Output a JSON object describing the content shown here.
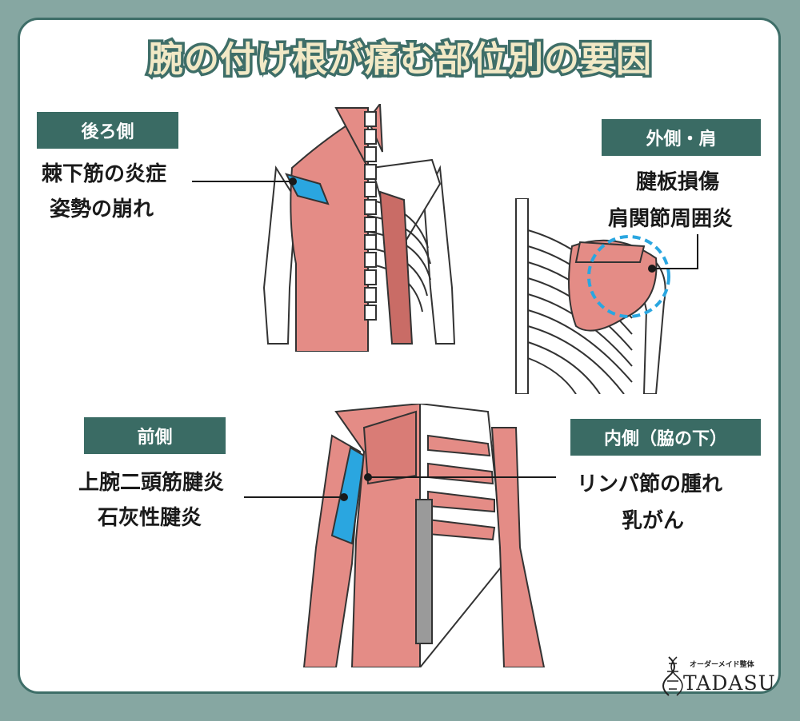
{
  "title": "腕の付け根が痛む部位別の要因",
  "sections": {
    "back": {
      "label": "後ろ側",
      "lines": [
        "棘下筋の炎症",
        "姿勢の崩れ"
      ]
    },
    "outer": {
      "label": "外側・肩",
      "lines": [
        "腱板損傷",
        "肩関節周囲炎"
      ]
    },
    "front": {
      "label": "前側",
      "lines": [
        "上腕二頭筋腱炎",
        "石灰性腱炎"
      ]
    },
    "inner": {
      "label": "内側（脇の下）",
      "lines": [
        "リンパ節の腫れ",
        "乳がん"
      ]
    }
  },
  "logo": {
    "small": "オーダーメイド整体",
    "name": "TADASU"
  },
  "colors": {
    "frame": "#3e6e68",
    "tag": "#3a6b64",
    "muscle": "#e48c86",
    "highlight": "#2aa6e0",
    "title_fill": "#f2e9c6"
  }
}
